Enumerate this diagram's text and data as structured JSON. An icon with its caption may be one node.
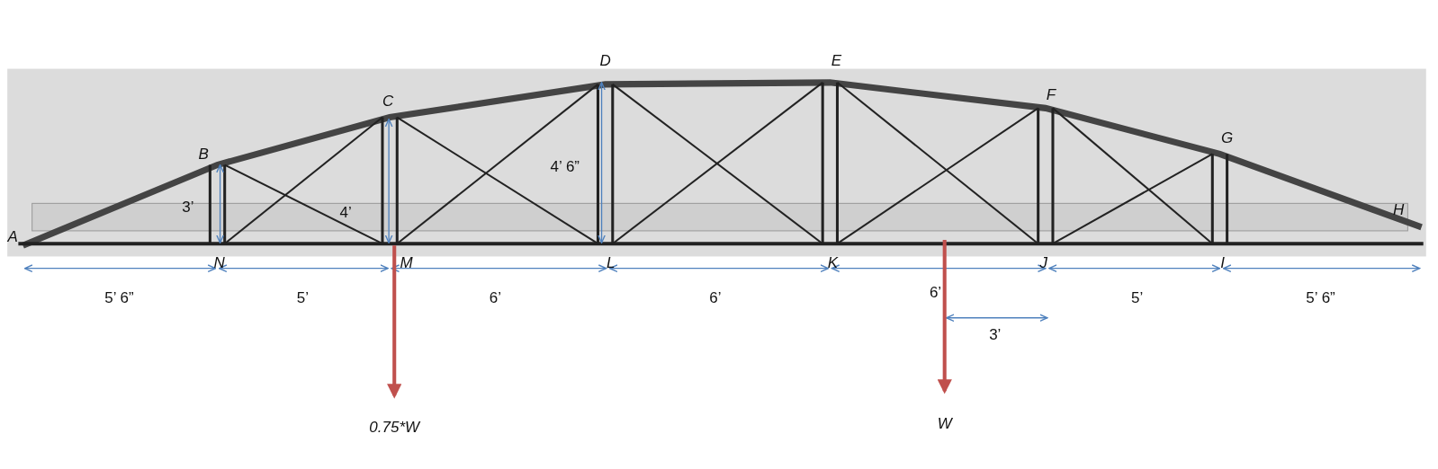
{
  "diagram": {
    "labels": [
      "D",
      "E",
      "C",
      "F",
      "B",
      "G",
      "4’ 6”",
      "4’",
      "3’",
      "A",
      "H",
      "N",
      "M",
      "L",
      "K",
      "J",
      "I",
      "5’ 6”",
      "5’",
      "6’",
      "6’",
      "6’",
      "5’",
      "5’ 6”",
      "3’",
      "0.75*W",
      "W"
    ]
  }
}
